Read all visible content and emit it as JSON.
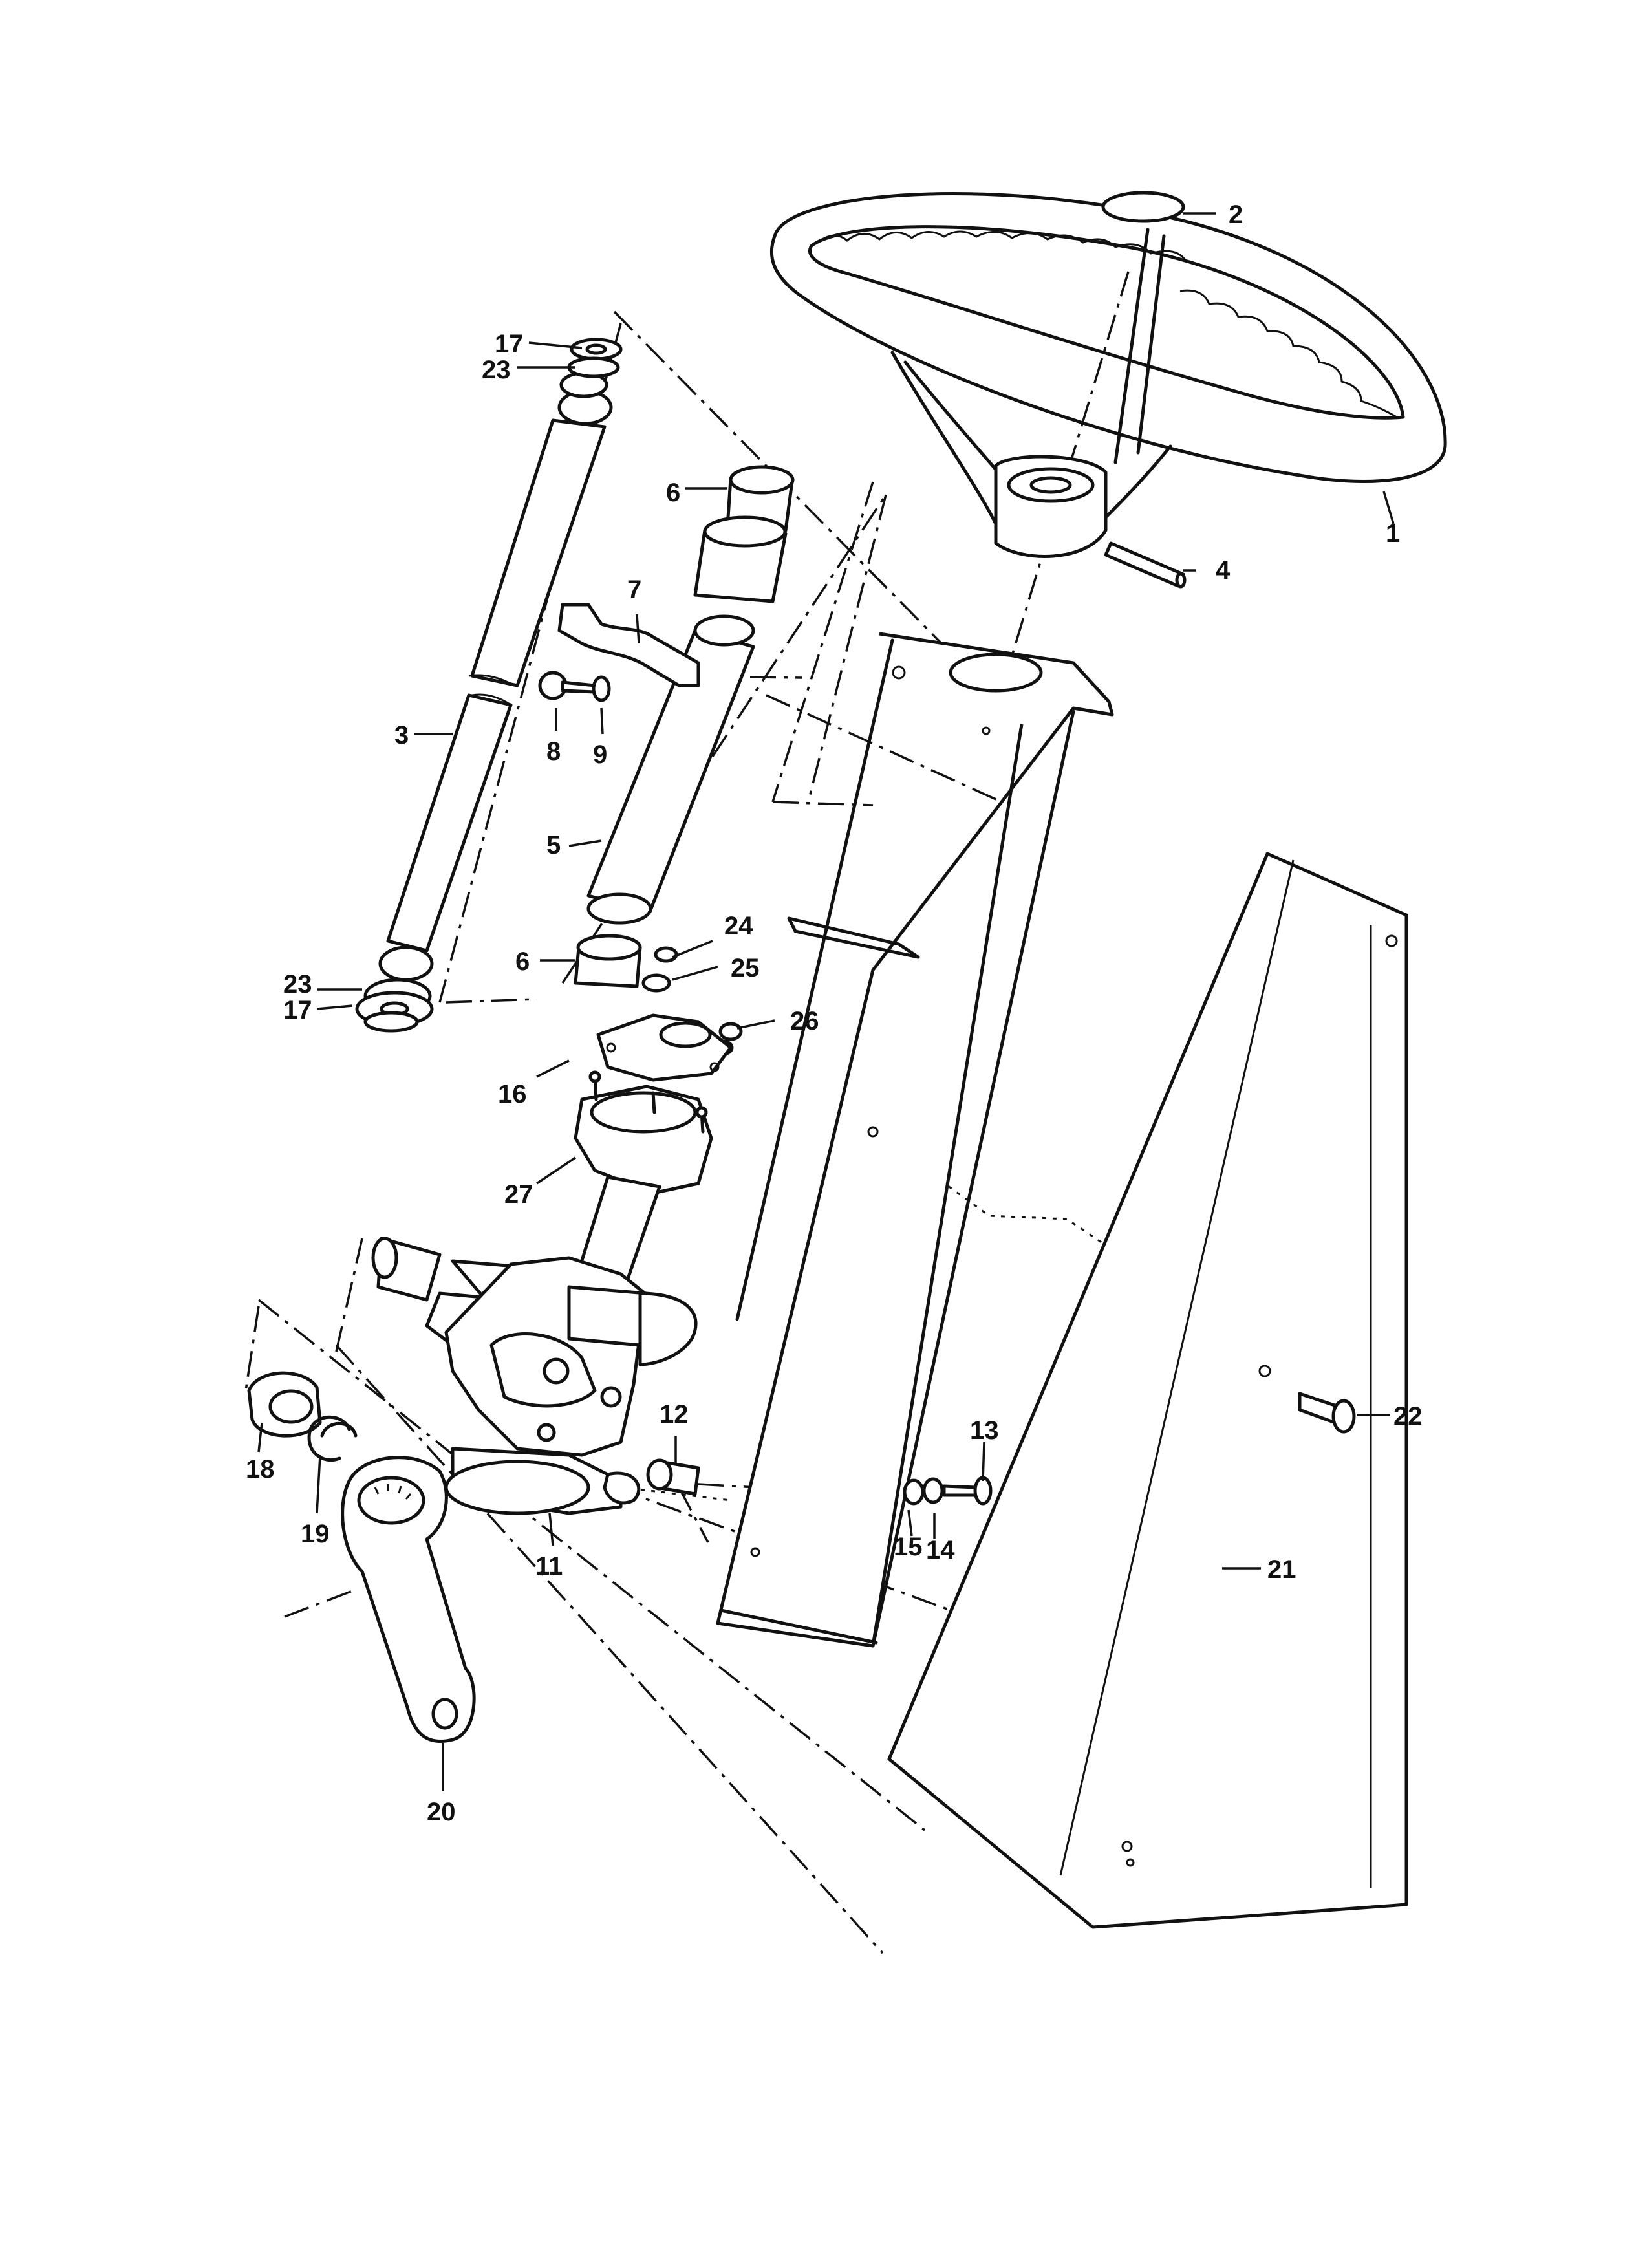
{
  "callouts": {
    "c1": "1",
    "c2": "2",
    "c3": "3",
    "c4": "4",
    "c5": "5",
    "c6a": "6",
    "c6b": "6",
    "c7": "7",
    "c8": "8",
    "c9": "9",
    "c11": "11",
    "c12": "12",
    "c13": "13",
    "c14": "14",
    "c15": "15",
    "c16": "16",
    "c17a": "17",
    "c17b": "17",
    "c18": "18",
    "c19": "19",
    "c20": "20",
    "c21": "21",
    "c22": "22",
    "c23a": "23",
    "c23b": "23",
    "c24": "24",
    "c25": "25",
    "c26": "26",
    "c27": "27"
  }
}
